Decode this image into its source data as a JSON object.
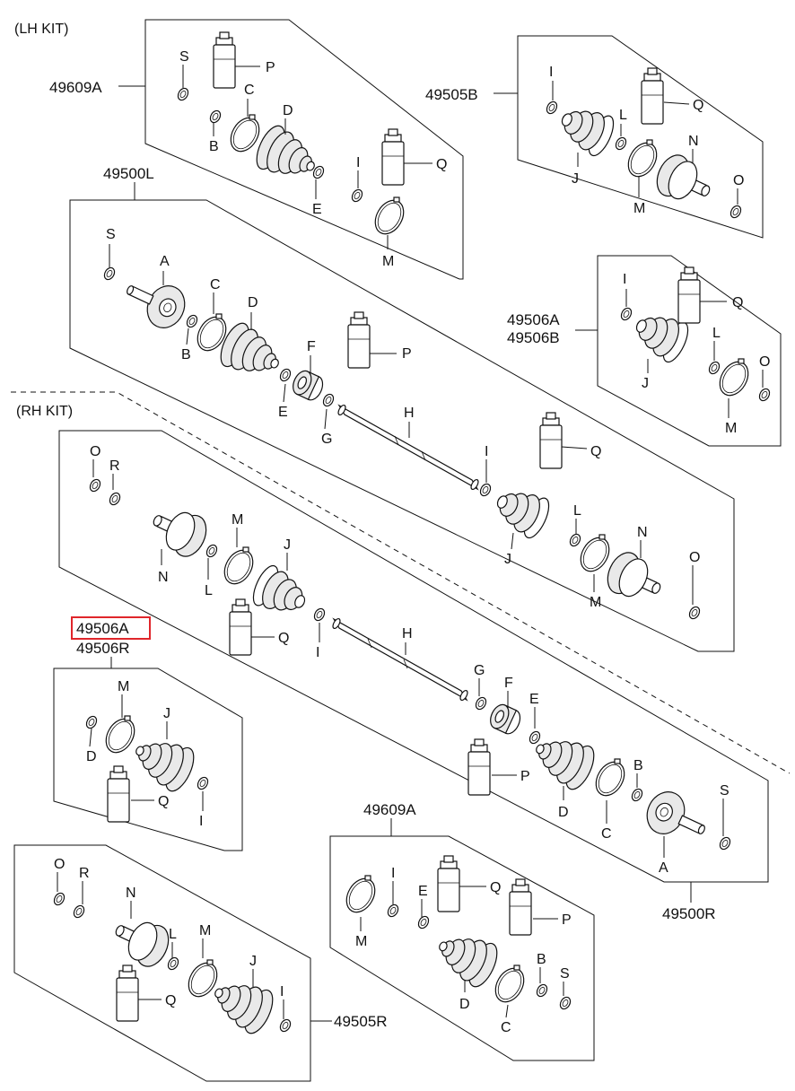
{
  "kit_labels": {
    "lh": "(LH KIT)",
    "rh": "(RH KIT)"
  },
  "part_numbers": {
    "lh_kit_boot_outer": "49609A",
    "lh_kit_boot_inner": "49505B",
    "lh_shaft": "49500L",
    "lh_kit_boot_inner_alt_a": "49506A",
    "lh_kit_boot_inner_alt_b": "49506B",
    "rh_kit_highlighted": "49506A",
    "rh_kit_boot_inner": "49506R",
    "rh_kit_boot_outer": "49609A",
    "rh_shaft": "49500R",
    "rh_kit_inner_joint": "49505R"
  },
  "highlight_color": "#e0262b",
  "callouts": [
    "A",
    "B",
    "C",
    "D",
    "E",
    "F",
    "G",
    "H",
    "I",
    "J",
    "L",
    "M",
    "N",
    "O",
    "P",
    "Q",
    "R",
    "S"
  ]
}
